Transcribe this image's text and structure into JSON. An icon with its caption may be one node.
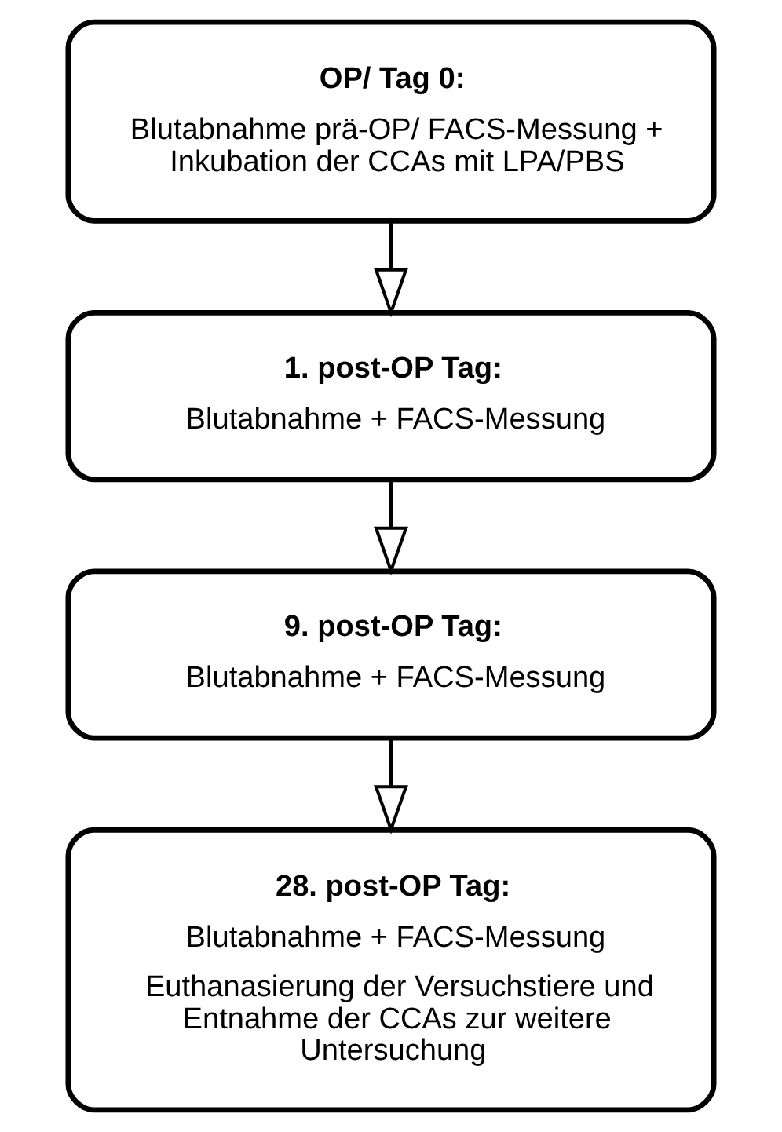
{
  "diagram": {
    "nodes": [
      {
        "text": [
          "OP/ Tag 0:",
          "Blutabnahme prä-OP/ FACS-Messung + Inkubation der CCAs mit LPA/PBS"
        ]
      },
      {
        "text": [
          "1. post-OP Tag:",
          "Blutabnahme + FACS-Messung"
        ]
      },
      {
        "text": [
          "9. post-OP Tag:",
          "Blutabnahme + FACS-Messung"
        ]
      },
      {
        "text": [
          "28. post-OP Tag:",
          "Blutabnahme + FACS-Messung",
          "Euthanasierung der Versuchstiere und Entnahme der CCAs zur weitere Untersuchung"
        ]
      }
    ],
    "edges": [
      {
        "from": 0,
        "to": 1,
        "arrow": "to"
      },
      {
        "from": 1,
        "to": 2,
        "arrow": "to"
      },
      {
        "from": 2,
        "to": 3,
        "arrow": "to"
      }
    ]
  }
}
